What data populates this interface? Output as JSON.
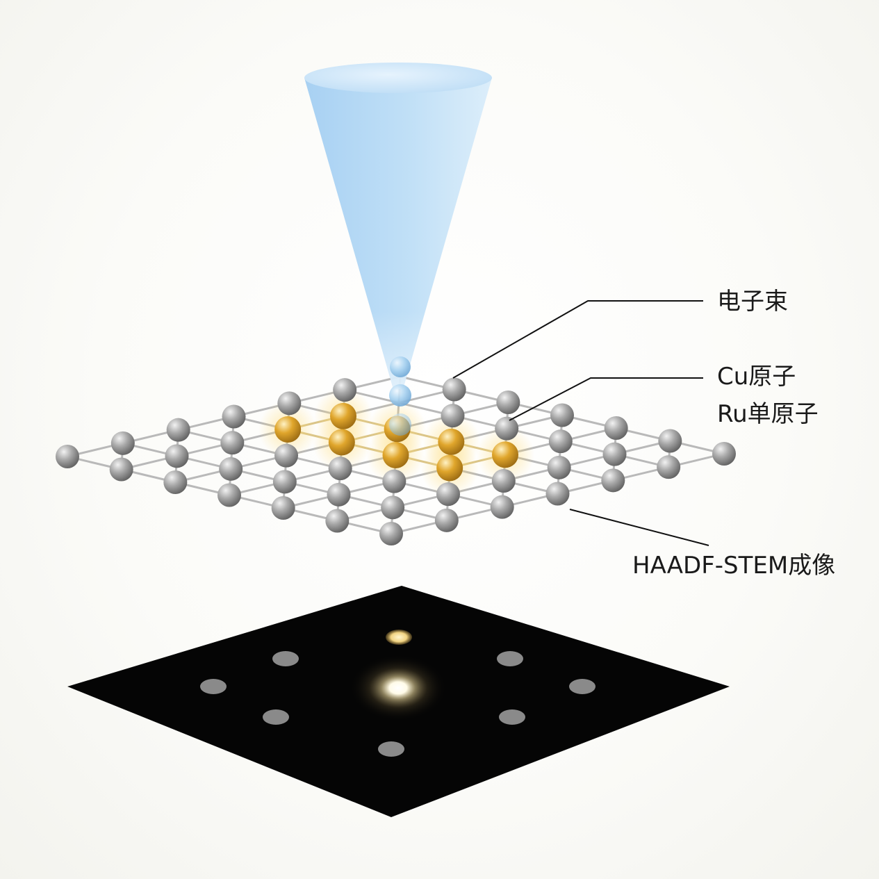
{
  "labels": {
    "beam": "电子束",
    "cu": "Cu原子",
    "ru": "Ru单原子",
    "imaging": "HAADF-STEM成像"
  },
  "colors": {
    "cu_atom": "#9a9a9a",
    "ru_atom": "#e2a82a",
    "beam": "#a9d2f2",
    "image_plane": "#050505"
  }
}
